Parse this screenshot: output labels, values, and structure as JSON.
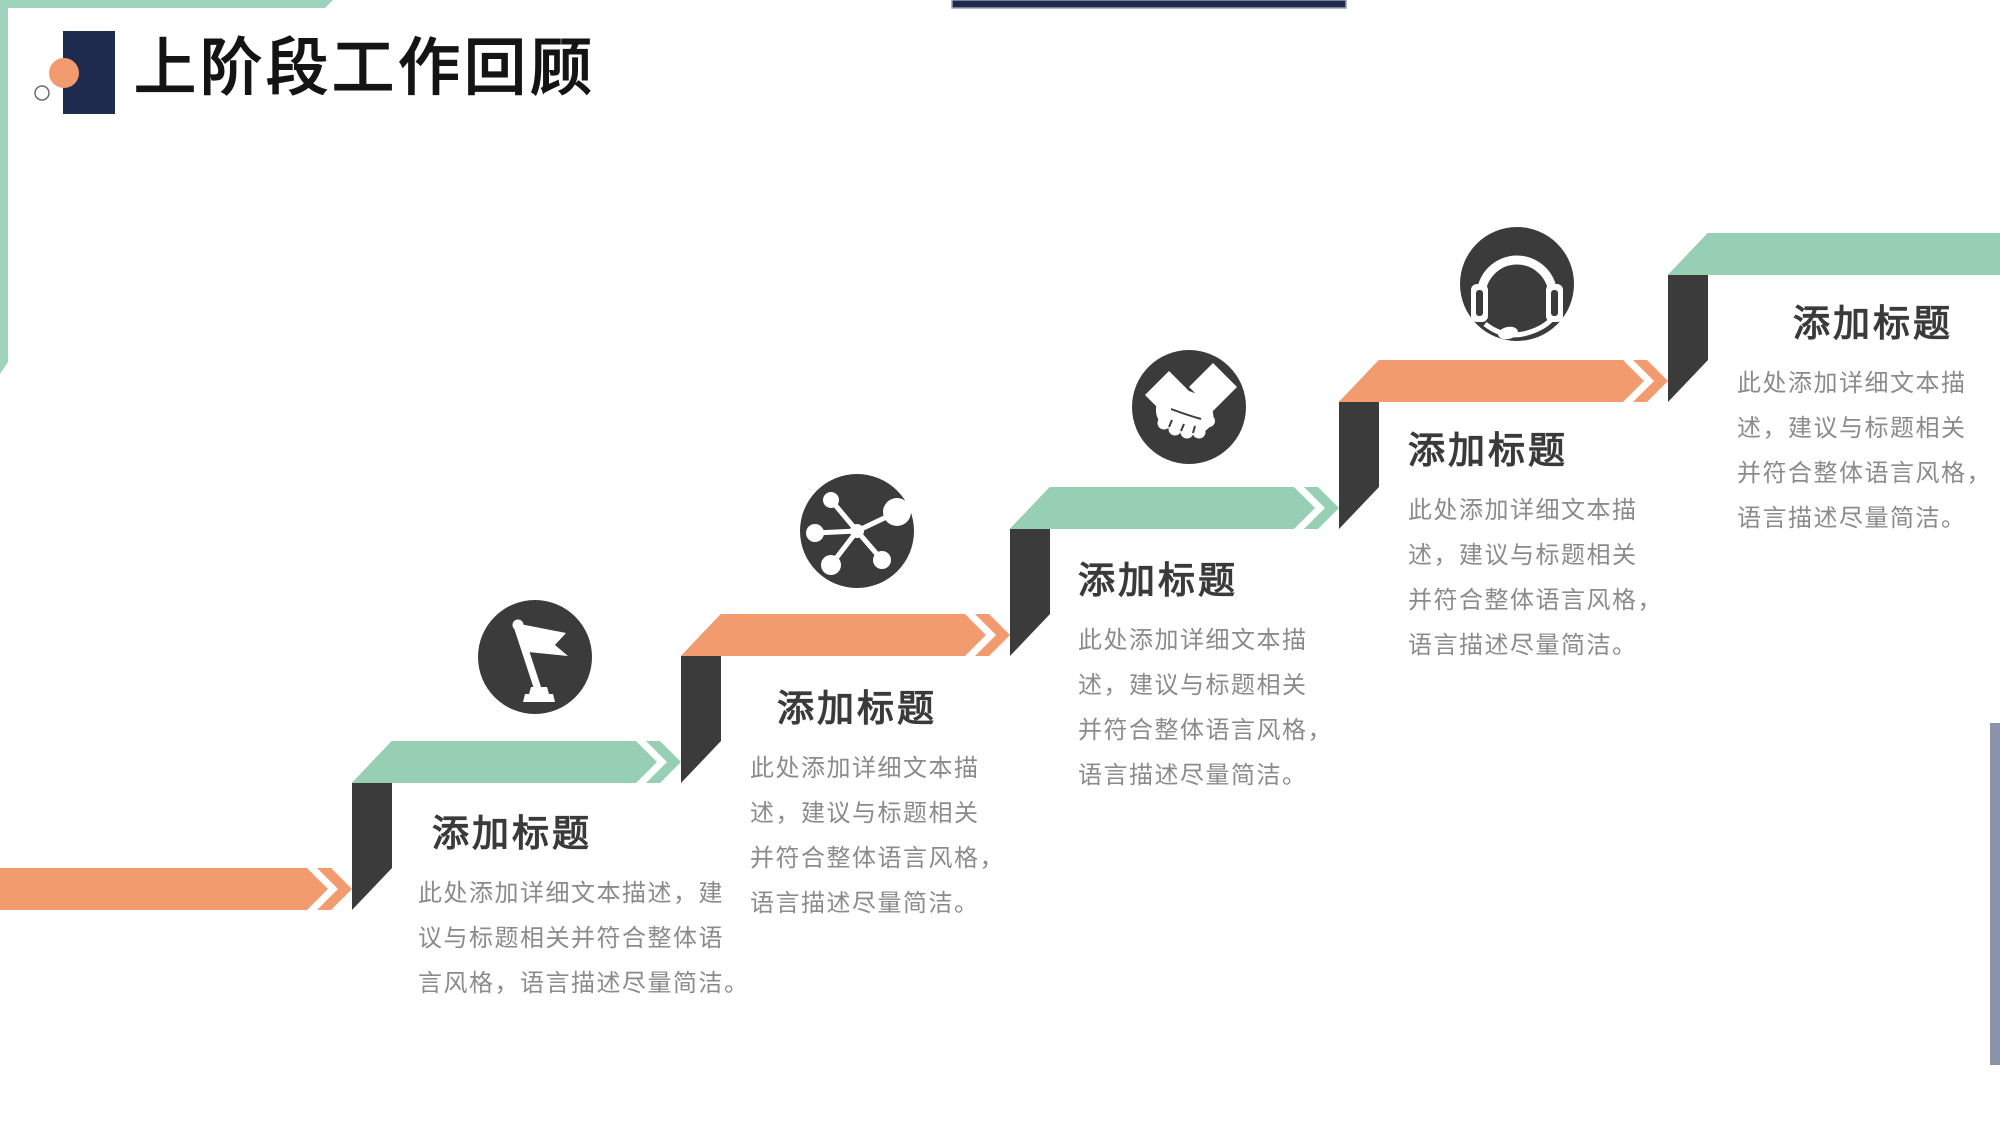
{
  "slide_title": "上阶段工作回顾",
  "steps": [
    {
      "title": "添加标题",
      "body": "此处添加详细文本描述，建\n议与标题相关并符合整体语\n言风格，语言描述尽量简洁。",
      "icon": "flag-icon"
    },
    {
      "title": "添加标题",
      "body": "此处添加详细文本描\n述，建议与标题相关\n并符合整体语言风格，\n语言描述尽量简洁。",
      "icon": "network-icon"
    },
    {
      "title": "添加标题",
      "body": "此处添加详细文本描\n述，建议与标题相关\n并符合整体语言风格，\n语言描述尽量简洁。",
      "icon": "handshake-icon"
    },
    {
      "title": "添加标题",
      "body": "此处添加详细文本描\n述，建议与标题相关\n并符合整体语言风格，\n语言描述尽量简洁。",
      "icon": "headset-icon"
    },
    {
      "title": "添加标题",
      "body": "此处添加详细文本描\n述，建议与标题相关\n并符合整体语言风格，\n语言描述尽量简洁。",
      "icon": ""
    }
  ],
  "colors": {
    "orange": "#F19B6F",
    "green": "#96CFB4",
    "frame_green": "#9DD3BA",
    "dark_step": "#3B3B3B",
    "navy": "#1E2A4E",
    "step_title_text": "#3A3A3A",
    "body_text": "#8B8B8B",
    "edge_bar": "#8B93A9"
  }
}
